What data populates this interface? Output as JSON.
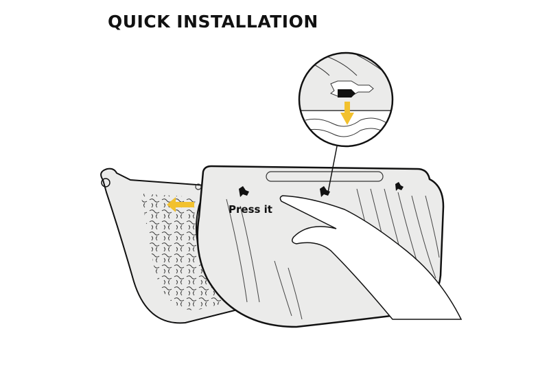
{
  "title": "QUICK INSTALLATION",
  "annotation": {
    "press_label": "Press it"
  },
  "colors": {
    "arrow": "#f2c12e",
    "panel": "#ebebea",
    "outline": "#111111",
    "background": "#ffffff"
  },
  "diagram": {
    "parts": [
      "back-mesh-panel",
      "front-cover-panel",
      "keyhole-slots",
      "hand",
      "detail-magnifier-circle"
    ],
    "keyhole_count": 3,
    "arrows": [
      {
        "id": "slide-left-arrow",
        "direction": "left"
      },
      {
        "id": "press-down-arrow",
        "direction": "down"
      }
    ]
  }
}
